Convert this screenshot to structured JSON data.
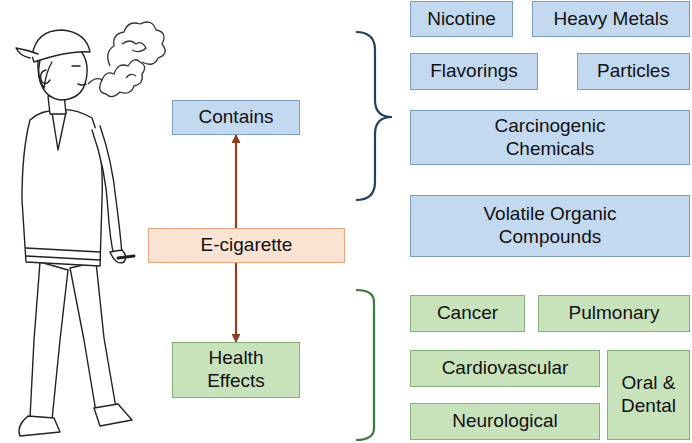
{
  "diagram": {
    "nodes": [
      {
        "text": [
          "Contains"
        ]
      },
      {
        "text": [
          "E-cigarette"
        ]
      },
      {
        "text": [
          "Health Effects"
        ]
      },
      {
        "text": [
          "Nicotine"
        ]
      },
      {
        "text": [
          "Heavy Metals"
        ]
      },
      {
        "text": [
          "Flavorings"
        ]
      },
      {
        "text": [
          "Particles"
        ]
      },
      {
        "text": [
          "Carcinogenic Chemicals"
        ]
      },
      {
        "text": [
          "Volatile Organic Compounds"
        ]
      },
      {
        "text": [
          "Cancer"
        ]
      },
      {
        "text": [
          "Pulmonary"
        ]
      },
      {
        "text": [
          "Cardiovascular"
        ]
      },
      {
        "text": [
          "Oral & Dental"
        ]
      },
      {
        "text": [
          "Neurological"
        ]
      }
    ],
    "edges": [
      {
        "from": 1,
        "to": 0,
        "arrow": "to"
      },
      {
        "from": 1,
        "to": 2,
        "arrow": "to"
      }
    ]
  }
}
